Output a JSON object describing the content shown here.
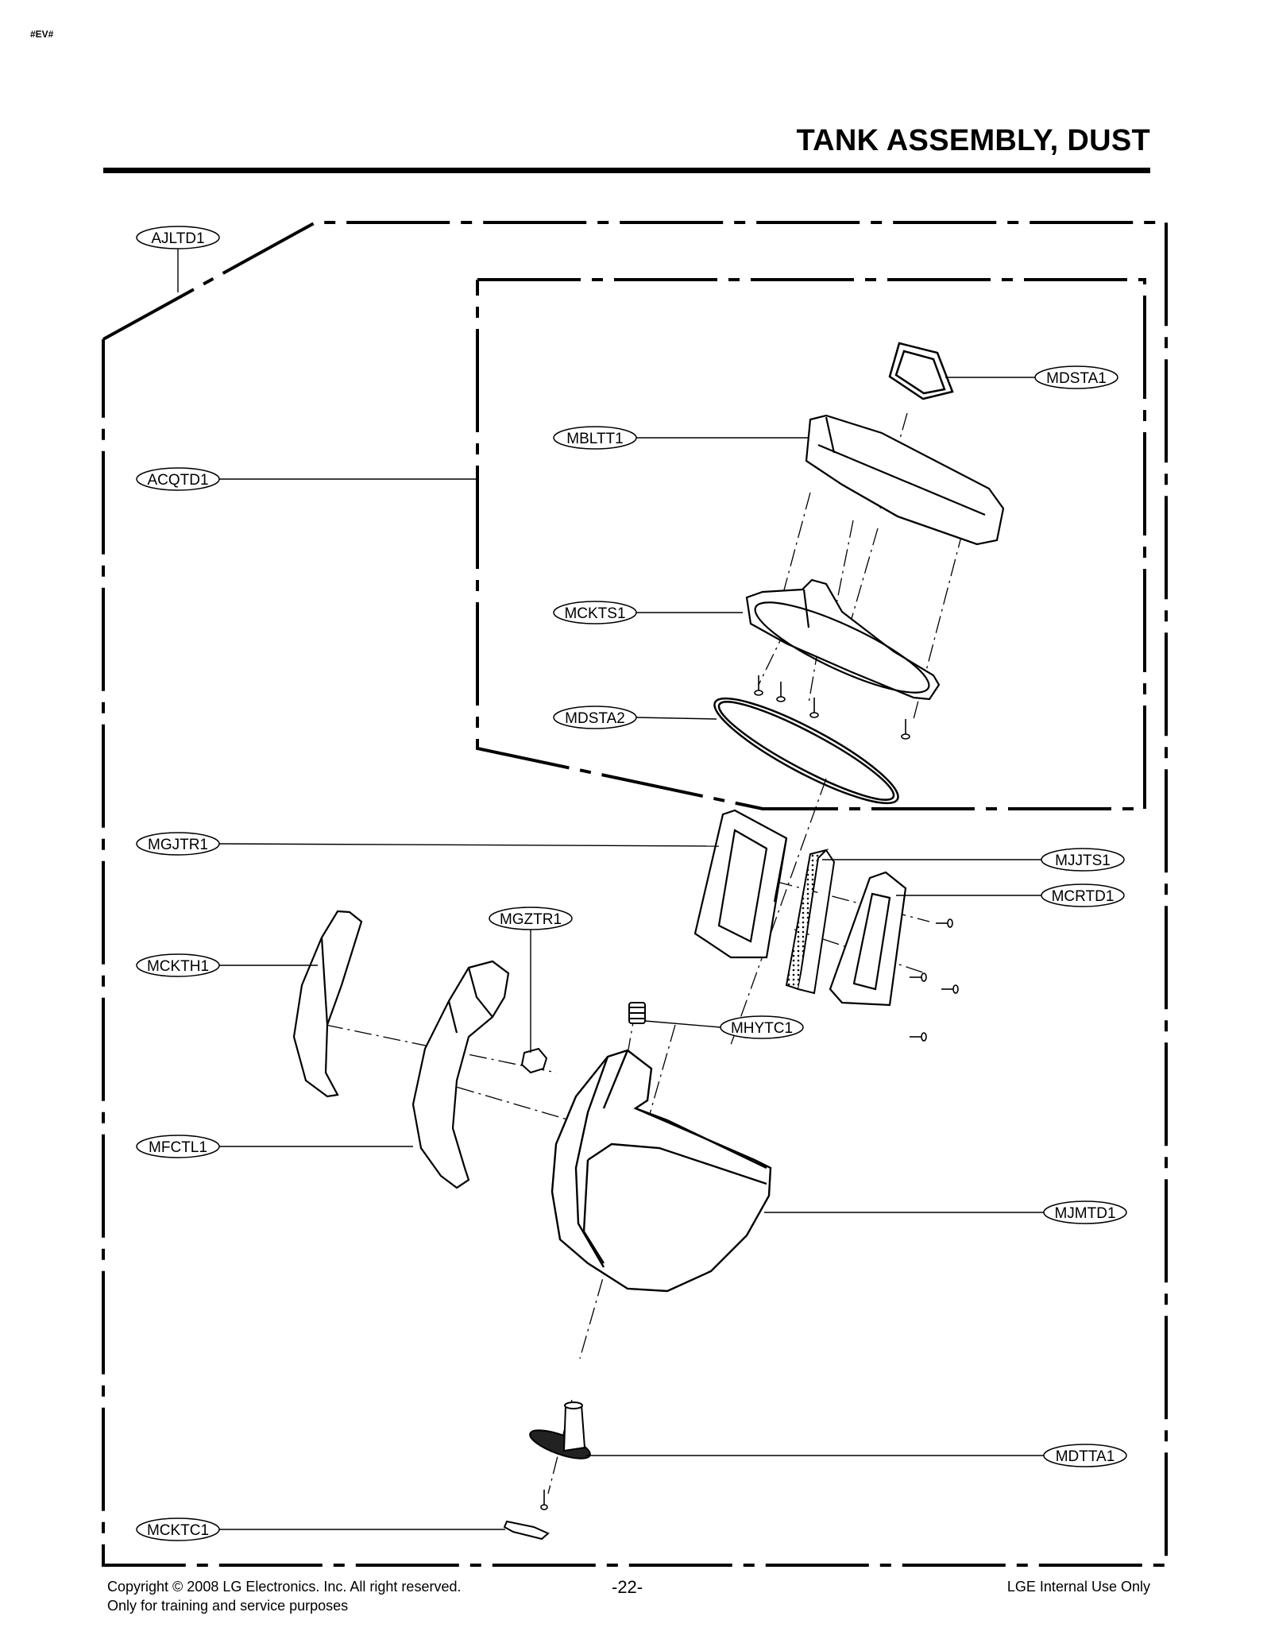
{
  "header": {
    "corner_tag": "#EV#",
    "title": "TANK ASSEMBLY, DUST"
  },
  "callouts": {
    "AJLTD1": "AJLTD1",
    "ACQTD1": "ACQTD1",
    "MDSTA1": "MDSTA1",
    "MBLTT1": "MBLTT1",
    "MCKTS1": "MCKTS1",
    "MDSTA2": "MDSTA2",
    "MGJTR1": "MGJTR1",
    "MJJTS1": "MJJTS1",
    "MCRTD1": "MCRTD1",
    "MGZTR1": "MGZTR1",
    "MCKTH1": "MCKTH1",
    "MHYTC1": "MHYTC1",
    "MFCTL1": "MFCTL1",
    "MJMTD1": "MJMTD1",
    "MDTTA1": "MDTTA1",
    "MCKTC1": "MCKTC1"
  },
  "footer": {
    "copyright": "Copyright © 2008 LG Electronics. Inc. All right reserved.",
    "purpose": "Only for training and service purposes",
    "page": "-22-",
    "internal": "LGE Internal Use Only"
  }
}
